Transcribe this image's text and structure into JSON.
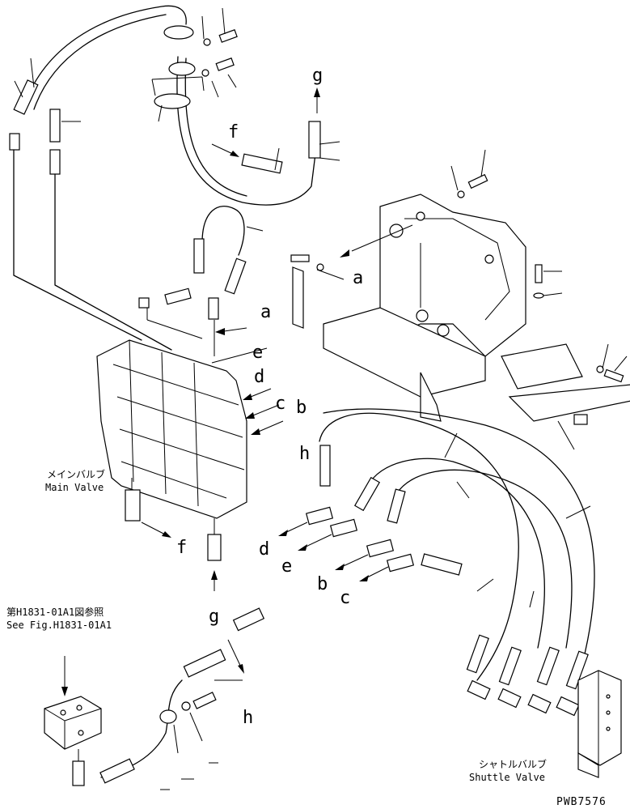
{
  "labels": {
    "a1": "a",
    "a2": "a",
    "b1": "b",
    "b2": "b",
    "c1": "c",
    "c2": "c",
    "d1": "d",
    "d2": "d",
    "e1": "e",
    "e2": "e",
    "f1": "f",
    "f2": "f",
    "g1": "g",
    "g2": "g",
    "h1": "h",
    "h2": "h"
  },
  "captions": {
    "main_valve_jp": "メインバルブ",
    "main_valve_en": "Main Valve",
    "ref_jp": "第H1831-01A1図参照",
    "ref_en": "See Fig.H1831-01A1",
    "shuttle_jp": "シャトルバルブ",
    "shuttle_en": "Shuttle Valve"
  },
  "figure_code": "PWB7576"
}
